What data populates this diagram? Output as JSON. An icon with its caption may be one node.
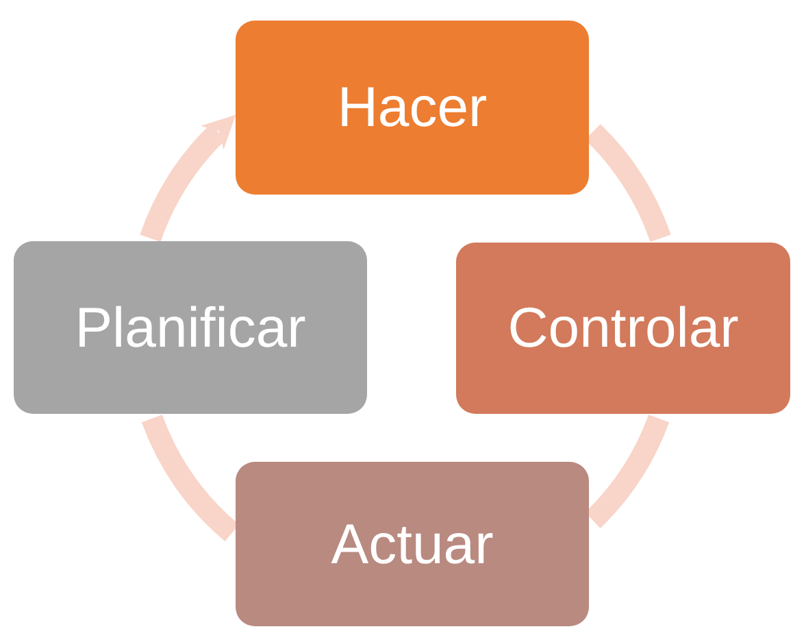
{
  "diagram": {
    "nodes": [
      {
        "text": [
          "Hacer"
        ]
      },
      {
        "text": [
          "Controlar"
        ]
      },
      {
        "text": [
          "Actuar"
        ]
      },
      {
        "text": [
          "Planificar"
        ]
      }
    ],
    "edges": [
      {
        "from": 3,
        "to": 0,
        "arrow": "to"
      },
      {
        "from": 0,
        "to": 1,
        "arrow": "none"
      },
      {
        "from": 1,
        "to": 2,
        "arrow": "none"
      },
      {
        "from": 2,
        "to": 3,
        "arrow": "none"
      }
    ]
  }
}
